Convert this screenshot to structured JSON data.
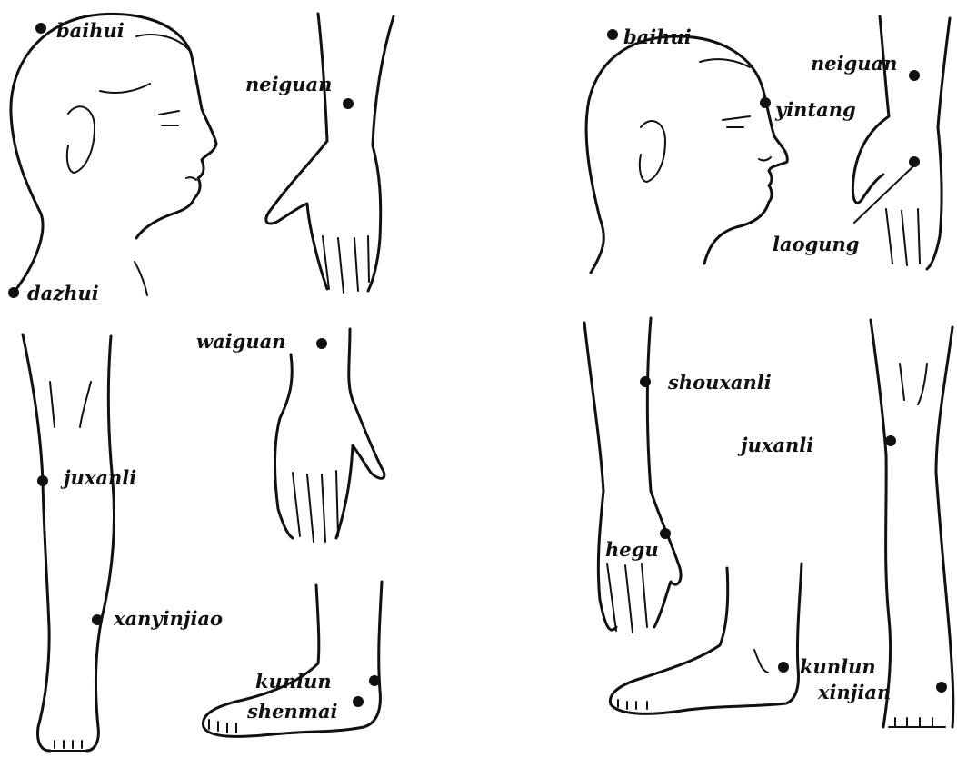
{
  "points": {
    "baihui_1": "baihui",
    "neiguan_1": "neiguan",
    "dazhui": "dazhui",
    "baihui_2": "baihui",
    "neiguan_2": "neiguan",
    "yintang": "yintang",
    "laogung": "laogung",
    "waiguan": "waiguan",
    "juxanli_1": "juxanli",
    "xanyinjiao": "xanyinjiao",
    "kunlun_1": "kunlun",
    "shenmai": "shenmai",
    "shouxanli": "shouxanli",
    "juxanli_2": "juxanli",
    "hegu": "hegu",
    "kunlun_2": "kunlun",
    "xinjian": "xinjian"
  },
  "colors": {
    "ink": "#111111",
    "paper": "#ffffff"
  }
}
